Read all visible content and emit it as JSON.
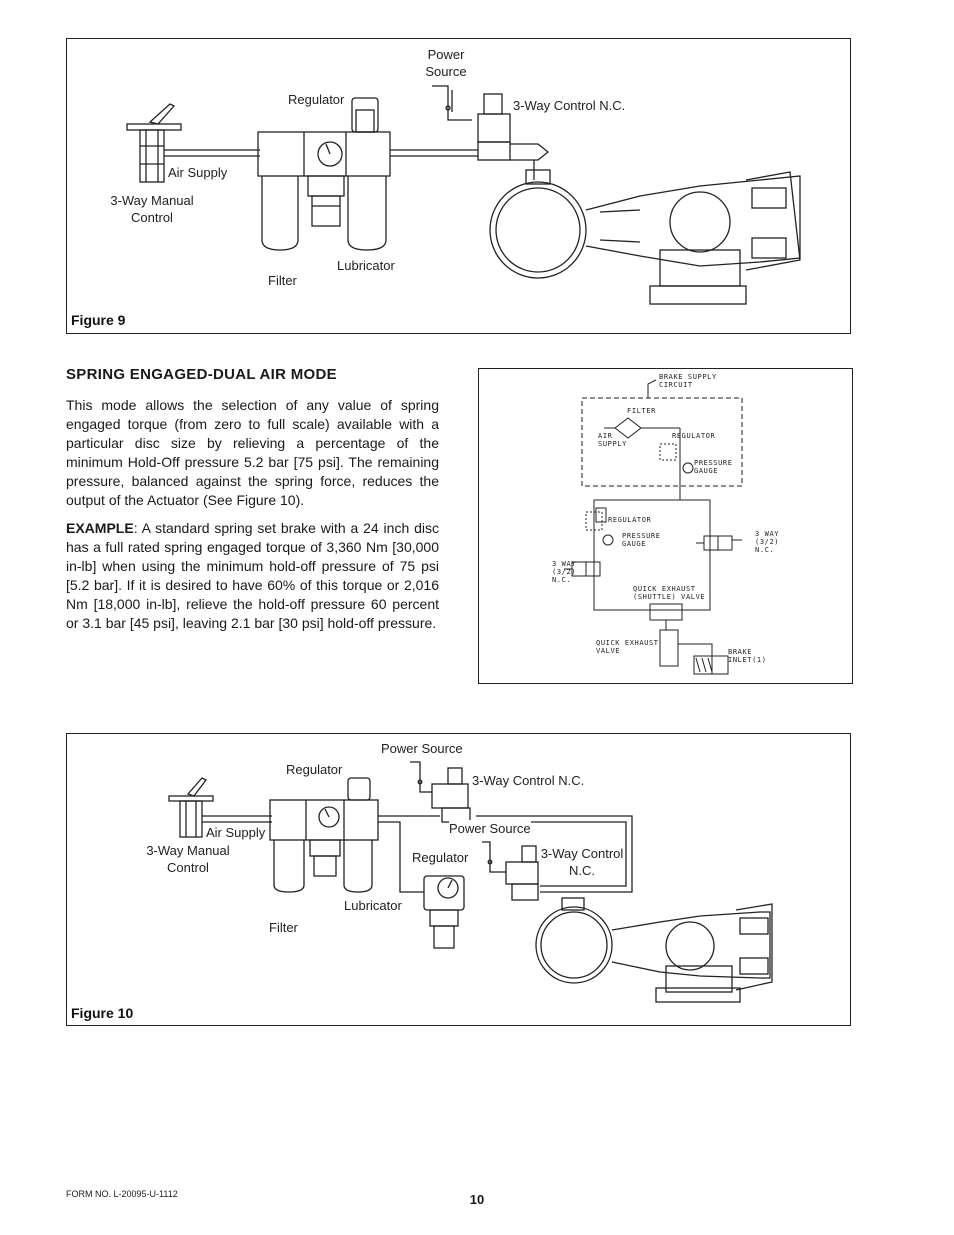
{
  "figure9": {
    "caption": "Figure 9",
    "labels": {
      "power_source": "Power\nSource",
      "regulator": "Regulator",
      "control": "3-Way Control N.C.",
      "air_supply": "Air Supply",
      "manual_control": "3-Way Manual\nControl",
      "filter": "Filter",
      "lubricator": "Lubricator"
    }
  },
  "section": {
    "heading": "SPRING ENGAGED-DUAL AIR MODE",
    "paragraph1": "This mode allows the selection of any value of spring engaged torque (from zero to full scale) available with a particular disc size by relieving a percentage of the minimum Hold-Off pressure 5.2 bar [75 psi]. The remaining pressure, balanced against the spring force, reduces the output of the Actuator (See Figure 10).",
    "example_label": "EXAMPLE",
    "example_text": ": A standard spring set brake with a 24 inch disc has a full rated spring engaged torque of 3,360 Nm [30,000 in-lb] when using the minimum hold-off pressure of 75 psi [5.2 bar]. If it is desired to have 60% of this torque or 2,016 Nm [18,000 in-lb], relieve the hold-off pressure 60 percent or 3.1 bar [45 psi], leaving 2.1 bar [30 psi] hold-off pressure."
  },
  "schematic": {
    "brake_supply": "BRAKE SUPPLY\nCIRCUIT",
    "filter": "FILTER",
    "air_supply": "AIR\nSUPPLY",
    "regulator_top": "REGULATOR",
    "pressure_gauge_top": "PRESSURE\nGAUGE",
    "regulator_mid": "REGULATOR",
    "pressure_gauge_mid": "PRESSURE\nGAUGE",
    "three_way_right": "3 WAY\n(3/2)\nN.C.",
    "three_way_left": "3 WAY\n(3/2)\nN.C.",
    "quick_exhaust_shuttle": "QUICK EXHAUST\n(SHUTTLE) VALVE",
    "quick_exhaust_valve": "QUICK EXHAUST\nVALVE",
    "brake_inlet": "BRAKE\nINLET(1)"
  },
  "figure10": {
    "caption": "Figure 10",
    "labels": {
      "power_source_top": "Power Source",
      "regulator_top": "Regulator",
      "control_top": "3-Way Control N.C.",
      "air_supply": "Air Supply",
      "manual_control": "3-Way Manual\nControl",
      "power_source_mid": "Power Source",
      "regulator_mid": "Regulator",
      "control_mid": "3-Way Control\nN.C.",
      "lubricator": "Lubricator",
      "filter": "Filter"
    }
  },
  "footer": {
    "form_no": "FORM NO. L-20095-U-1112",
    "page": "10"
  }
}
